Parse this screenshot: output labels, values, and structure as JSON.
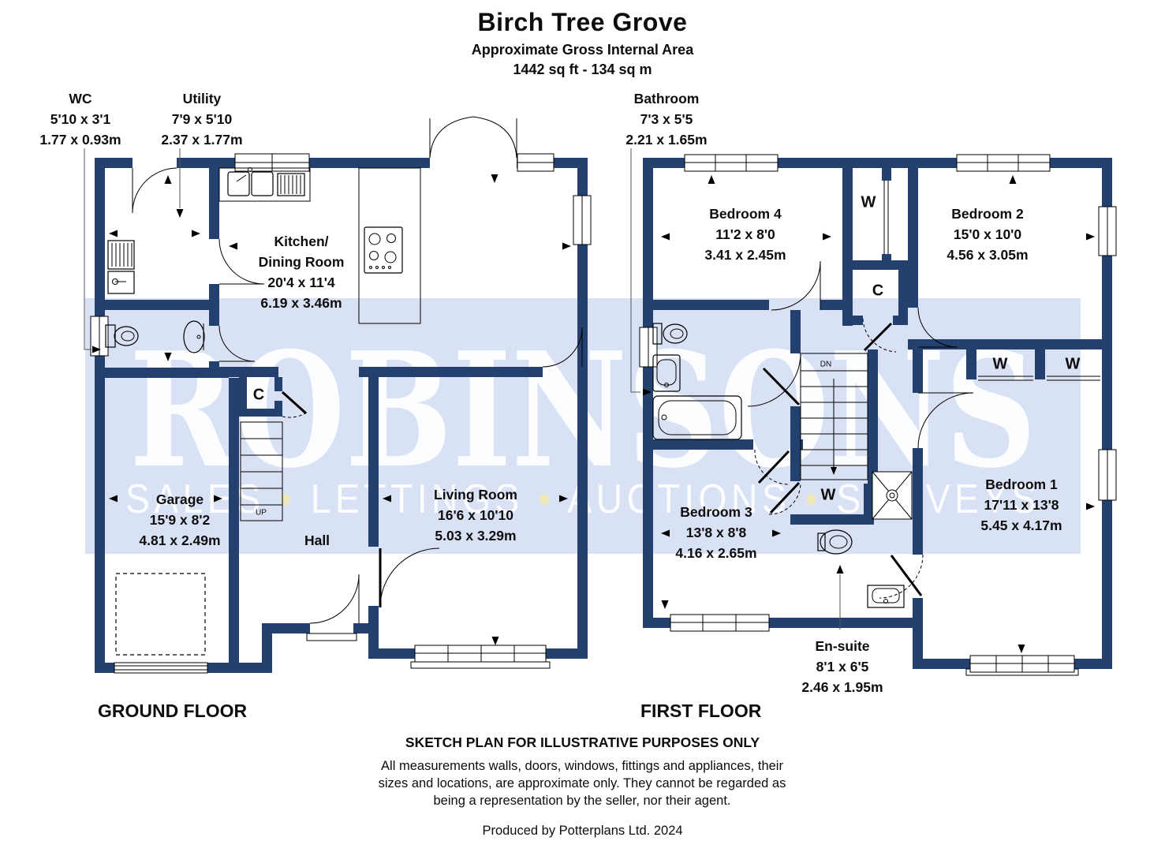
{
  "header": {
    "title": "Birch Tree Grove",
    "subtitle": "Approximate Gross Internal Area",
    "area": "1442 sq ft - 134 sq m"
  },
  "watermark": {
    "brand": "ROBINSONS",
    "bullet": "•",
    "taglines": {
      "t1": "SALES",
      "t2": "LETTINGS",
      "t3": "AUCTIONS",
      "t4": "SURVEYS"
    },
    "band_color": "#d9e2f5",
    "text_color": "#ffffff",
    "bullet_color": "#efe9b8"
  },
  "colors": {
    "wall": "#24406e",
    "line": "#000000"
  },
  "ground": {
    "title": "GROUND FLOOR",
    "rooms": {
      "wc": {
        "name": "WC",
        "imperial": "5'10 x 3'1",
        "metric": "1.77 x 0.93m"
      },
      "utility": {
        "name": "Utility",
        "imperial": "7'9 x 5'10",
        "metric": "2.37 x 1.77m"
      },
      "kitchen": {
        "name": "Kitchen/",
        "name2": "Dining Room",
        "imperial": "20'4 x 11'4",
        "metric": "6.19 x 3.46m"
      },
      "garage": {
        "name": "Garage",
        "imperial": "15'9 x 8'2",
        "metric": "4.81 x 2.49m"
      },
      "hall": {
        "name": "Hall"
      },
      "living": {
        "name": "Living Room",
        "imperial": "16'6 x 10'10",
        "metric": "5.03 x 3.29m"
      },
      "stairs": {
        "label": "UP"
      },
      "cupboard": {
        "label": "C"
      }
    }
  },
  "first": {
    "title": "FIRST FLOOR",
    "rooms": {
      "bathroom": {
        "name": "Bathroom",
        "imperial": "7'3 x 5'5",
        "metric": "2.21 x 1.65m"
      },
      "bedroom4": {
        "name": "Bedroom 4",
        "imperial": "11'2 x 8'0",
        "metric": "3.41 x 2.45m"
      },
      "bedroom2": {
        "name": "Bedroom 2",
        "imperial": "15'0 x 10'0",
        "metric": "4.56 x 3.05m"
      },
      "bedroom3": {
        "name": "Bedroom 3",
        "imperial": "13'8 x 8'8",
        "metric": "4.16 x 2.65m"
      },
      "bedroom1": {
        "name": "Bedroom 1",
        "imperial": "17'11 x 13'8",
        "metric": "5.45 x 4.17m"
      },
      "ensuite": {
        "name": "En-suite",
        "imperial": "8'1 x 6'5",
        "metric": "2.46 x 1.95m"
      },
      "stairs": {
        "label": "DN"
      },
      "cupboard": {
        "label": "C"
      },
      "wardrobe_top": {
        "label": "W"
      },
      "wardrobe_right1": {
        "label": "W"
      },
      "wardrobe_right2": {
        "label": "W"
      },
      "wardrobe_bottom": {
        "label": "W"
      }
    }
  },
  "footer": {
    "disclaimer_title": "SKETCH PLAN FOR ILLUSTRATIVE PURPOSES ONLY",
    "disclaimer_line1": "All measurements walls, doors, windows, fittings and appliances, their",
    "disclaimer_line2": "sizes and locations, are approximate only. They cannot be regarded as",
    "disclaimer_line3": "being a representation by the seller, nor their agent.",
    "credit": "Produced by Potterplans Ltd. 2024"
  }
}
